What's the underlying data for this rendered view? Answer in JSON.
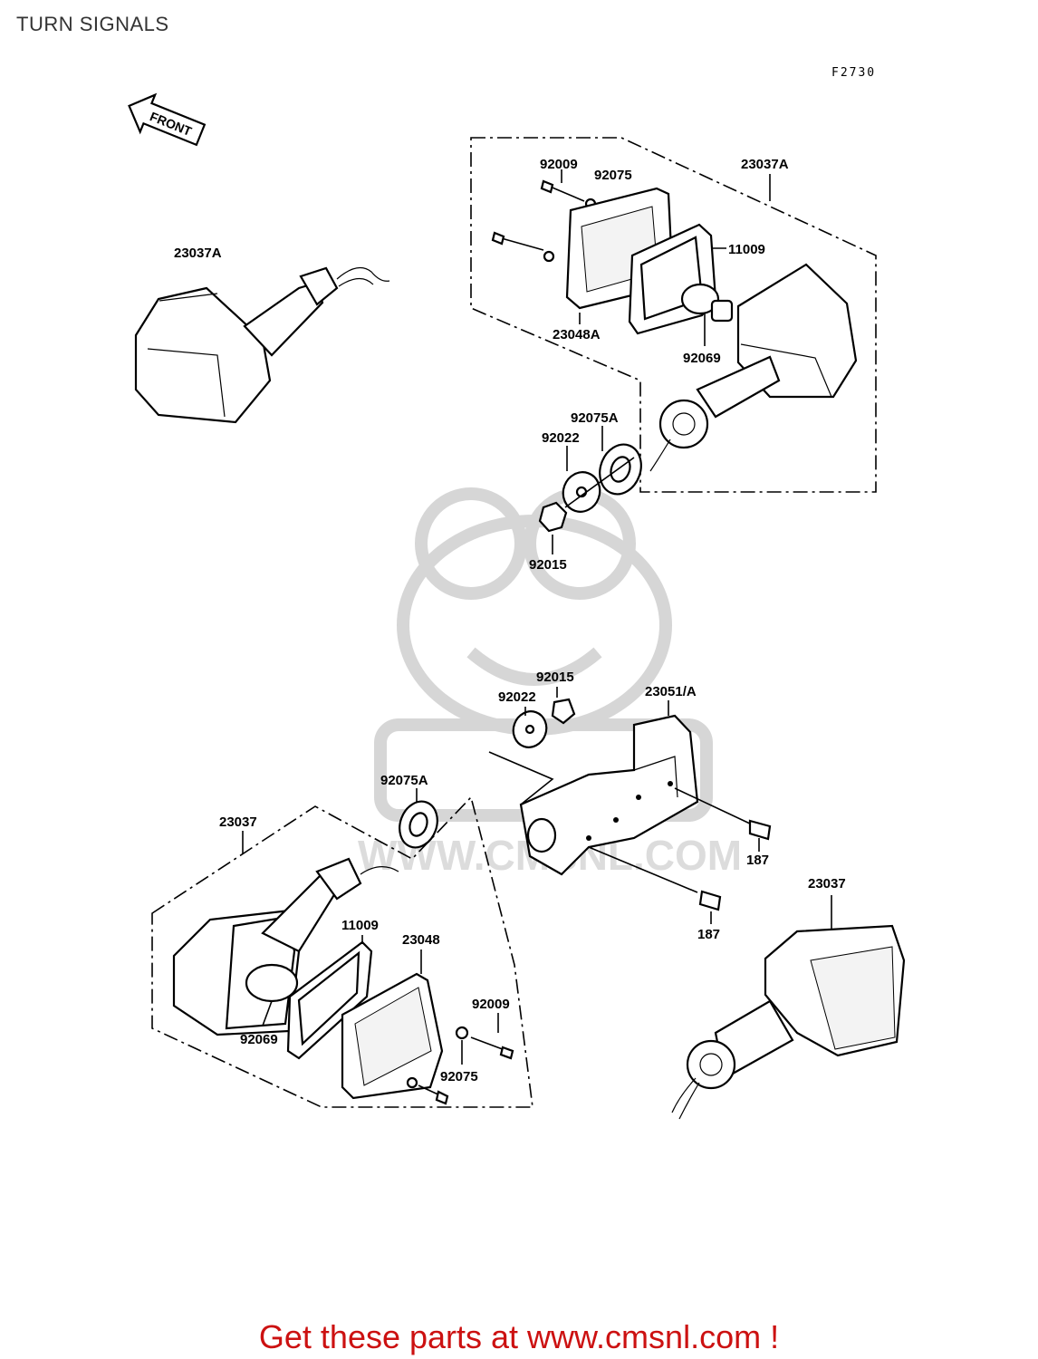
{
  "title": "TURN SIGNALS",
  "figure_code": "F2730",
  "front_label": "FRONT",
  "watermark": "WWW.CMSNL.COM",
  "part_labels": {
    "p23037A_left": "23037A",
    "p23037A_top": "23037A",
    "p92009_top": "92009",
    "p92075_top": "92075",
    "p11009_top": "11009",
    "p23048A": "23048A",
    "p92069_top": "92069",
    "p92075A_top": "92075A",
    "p92022_top": "92022",
    "p92015_top": "92015",
    "p92015_mid": "92015",
    "p92022_mid": "92022",
    "p23051A": "23051/A",
    "p92075A_mid": "92075A",
    "p23037_left": "23037",
    "p187_a": "187",
    "p187_b": "187",
    "p23037_right": "23037",
    "p11009_bottom": "11009",
    "p23048": "23048",
    "p92009_bottom": "92009",
    "p92069_bottom": "92069",
    "p92075_bottom": "92075"
  },
  "cta": "Get these parts at www.cmsnl.com !"
}
